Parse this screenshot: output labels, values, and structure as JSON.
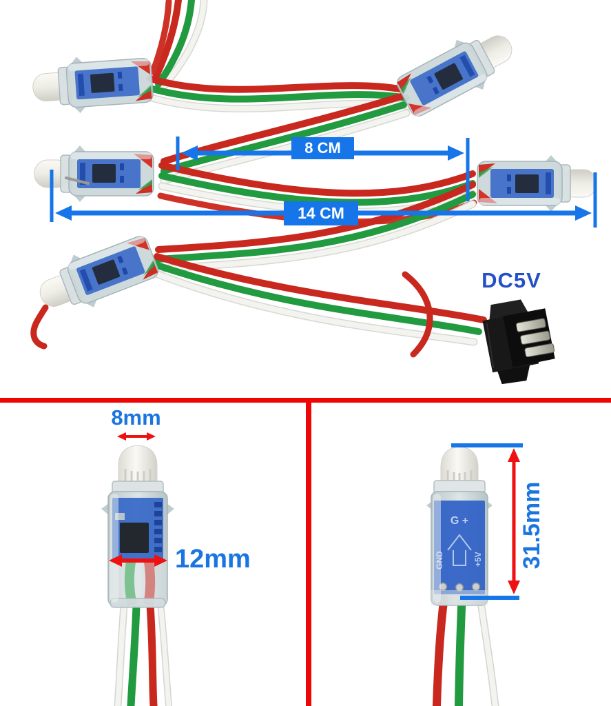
{
  "colors": {
    "dimension_blue": "#1675E8",
    "arrow_red": "#EE1111",
    "measure_text_blue": "#1B75E0",
    "power_text_blue": "#2350C8",
    "section_border_red": "#EE0606",
    "wire_red": "#C8281E",
    "wire_green": "#219A40",
    "wire_white": "#F3F3EF",
    "pcb_blue": "#2F5FC5"
  },
  "photo": {
    "dim_8cm_label": "8 CM",
    "dim_14cm_label": "14 CM",
    "power_label": "DC5V"
  },
  "detail_left": {
    "width_label": "8mm",
    "diameter_label": "12mm"
  },
  "detail_right": {
    "height_label": "31.5mm",
    "pcb": {
      "top": "G +",
      "left": "GND",
      "right": "+5V"
    }
  }
}
